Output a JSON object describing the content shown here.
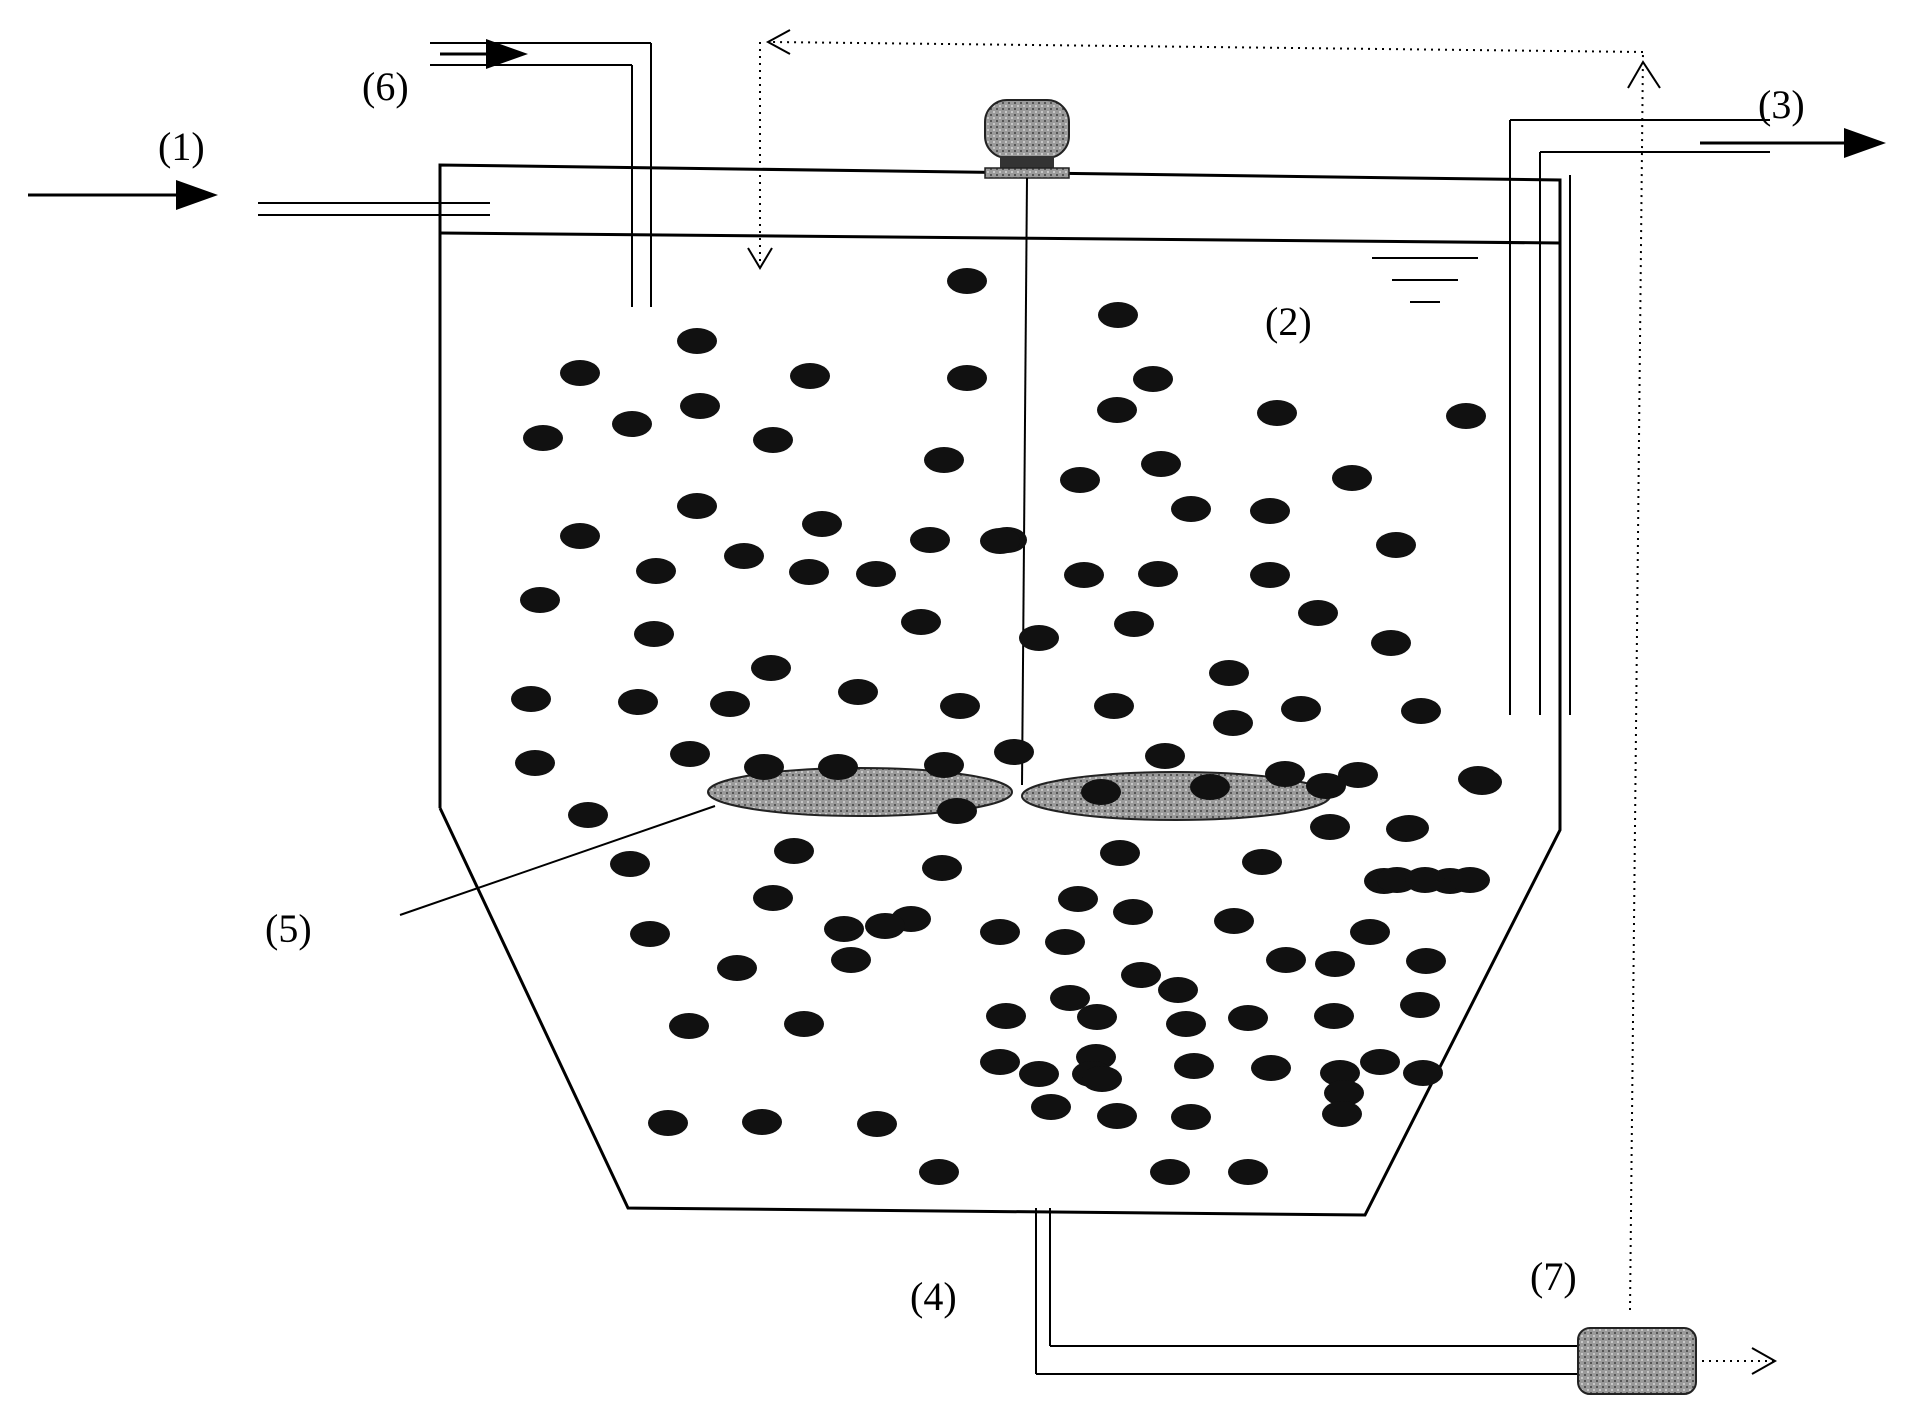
{
  "diagram": {
    "labels": {
      "inlet": "(1)",
      "liquid_surface": "(2)",
      "outlet": "(3)",
      "bottom_drain": "(4)",
      "impeller": "(5)",
      "feed_pipe": "(6)",
      "pump": "(7)"
    }
  }
}
